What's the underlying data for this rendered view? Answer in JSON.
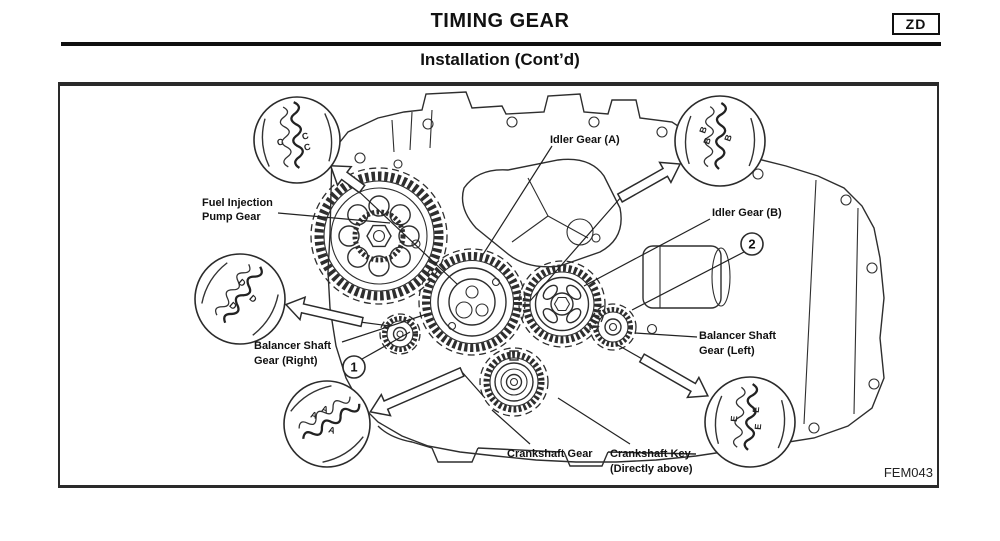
{
  "page": {
    "title": "TIMING GEAR",
    "corner_tag": "ZD",
    "subtitle": "Installation (Cont’d)",
    "figure_code": "FEM043"
  },
  "labels": {
    "idler_a": "Idler Gear (A)",
    "fuel_pump_1": "Fuel Injection",
    "fuel_pump_2": "Pump Gear",
    "idler_b": "Idler Gear (B)",
    "balancer_right_1": "Balancer Shaft",
    "balancer_right_2": "Gear (Right)",
    "balancer_left_1": "Balancer Shaft",
    "balancer_left_2": "Gear (Left)",
    "crankshaft_gear": "Crankshaft Gear",
    "crankshaft_key_1": "Crankshaft Key",
    "crankshaft_key_2": "(Directly above)",
    "callout_1": "1",
    "callout_2": "2"
  },
  "timing_marks": {
    "pump_to_idler_a": "C",
    "pump_to_balancer_right": "D",
    "idler_a_to_idler_b": "B",
    "crank_to_balancer_right": "A",
    "idler_b_to_balancer_left": "E"
  },
  "colors": {
    "ink": "#1f1f1f",
    "paper": "#ffffff"
  }
}
